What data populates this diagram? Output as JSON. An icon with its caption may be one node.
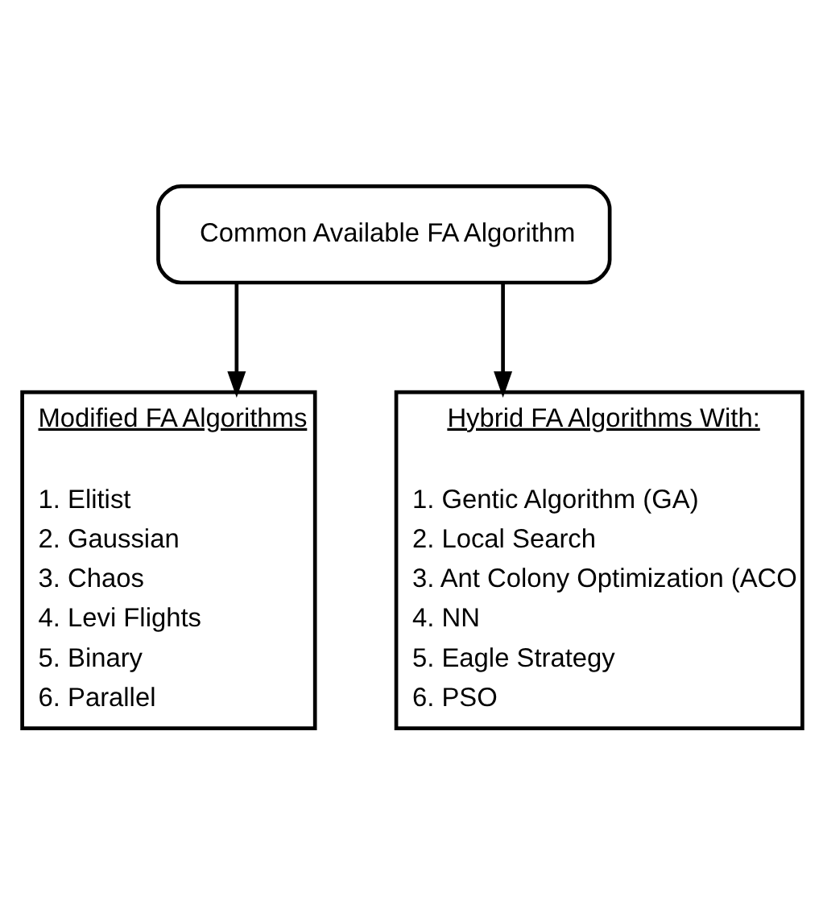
{
  "diagram": {
    "nodes": [
      {
        "text": [
          "Common Available FA Algorithm"
        ]
      },
      {
        "text": [
          "Modified FA Algorithms",
          "1. Elitist",
          "2. Gaussian",
          "3. Chaos",
          "4. Levi Flights",
          "5. Binary",
          "6. Parallel"
        ]
      },
      {
        "text": [
          "Hybrid FA Algorithms With:",
          "1. Gentic Algorithm (GA)",
          "2. Local Search",
          "3. Ant Colony Optimization (ACO",
          "4. NN",
          "5. Eagle Strategy",
          "6. PSO"
        ]
      }
    ],
    "edges": [
      {
        "from": 0,
        "to": 1,
        "arrow": "to"
      },
      {
        "from": 0,
        "to": 2,
        "arrow": "to"
      }
    ]
  }
}
